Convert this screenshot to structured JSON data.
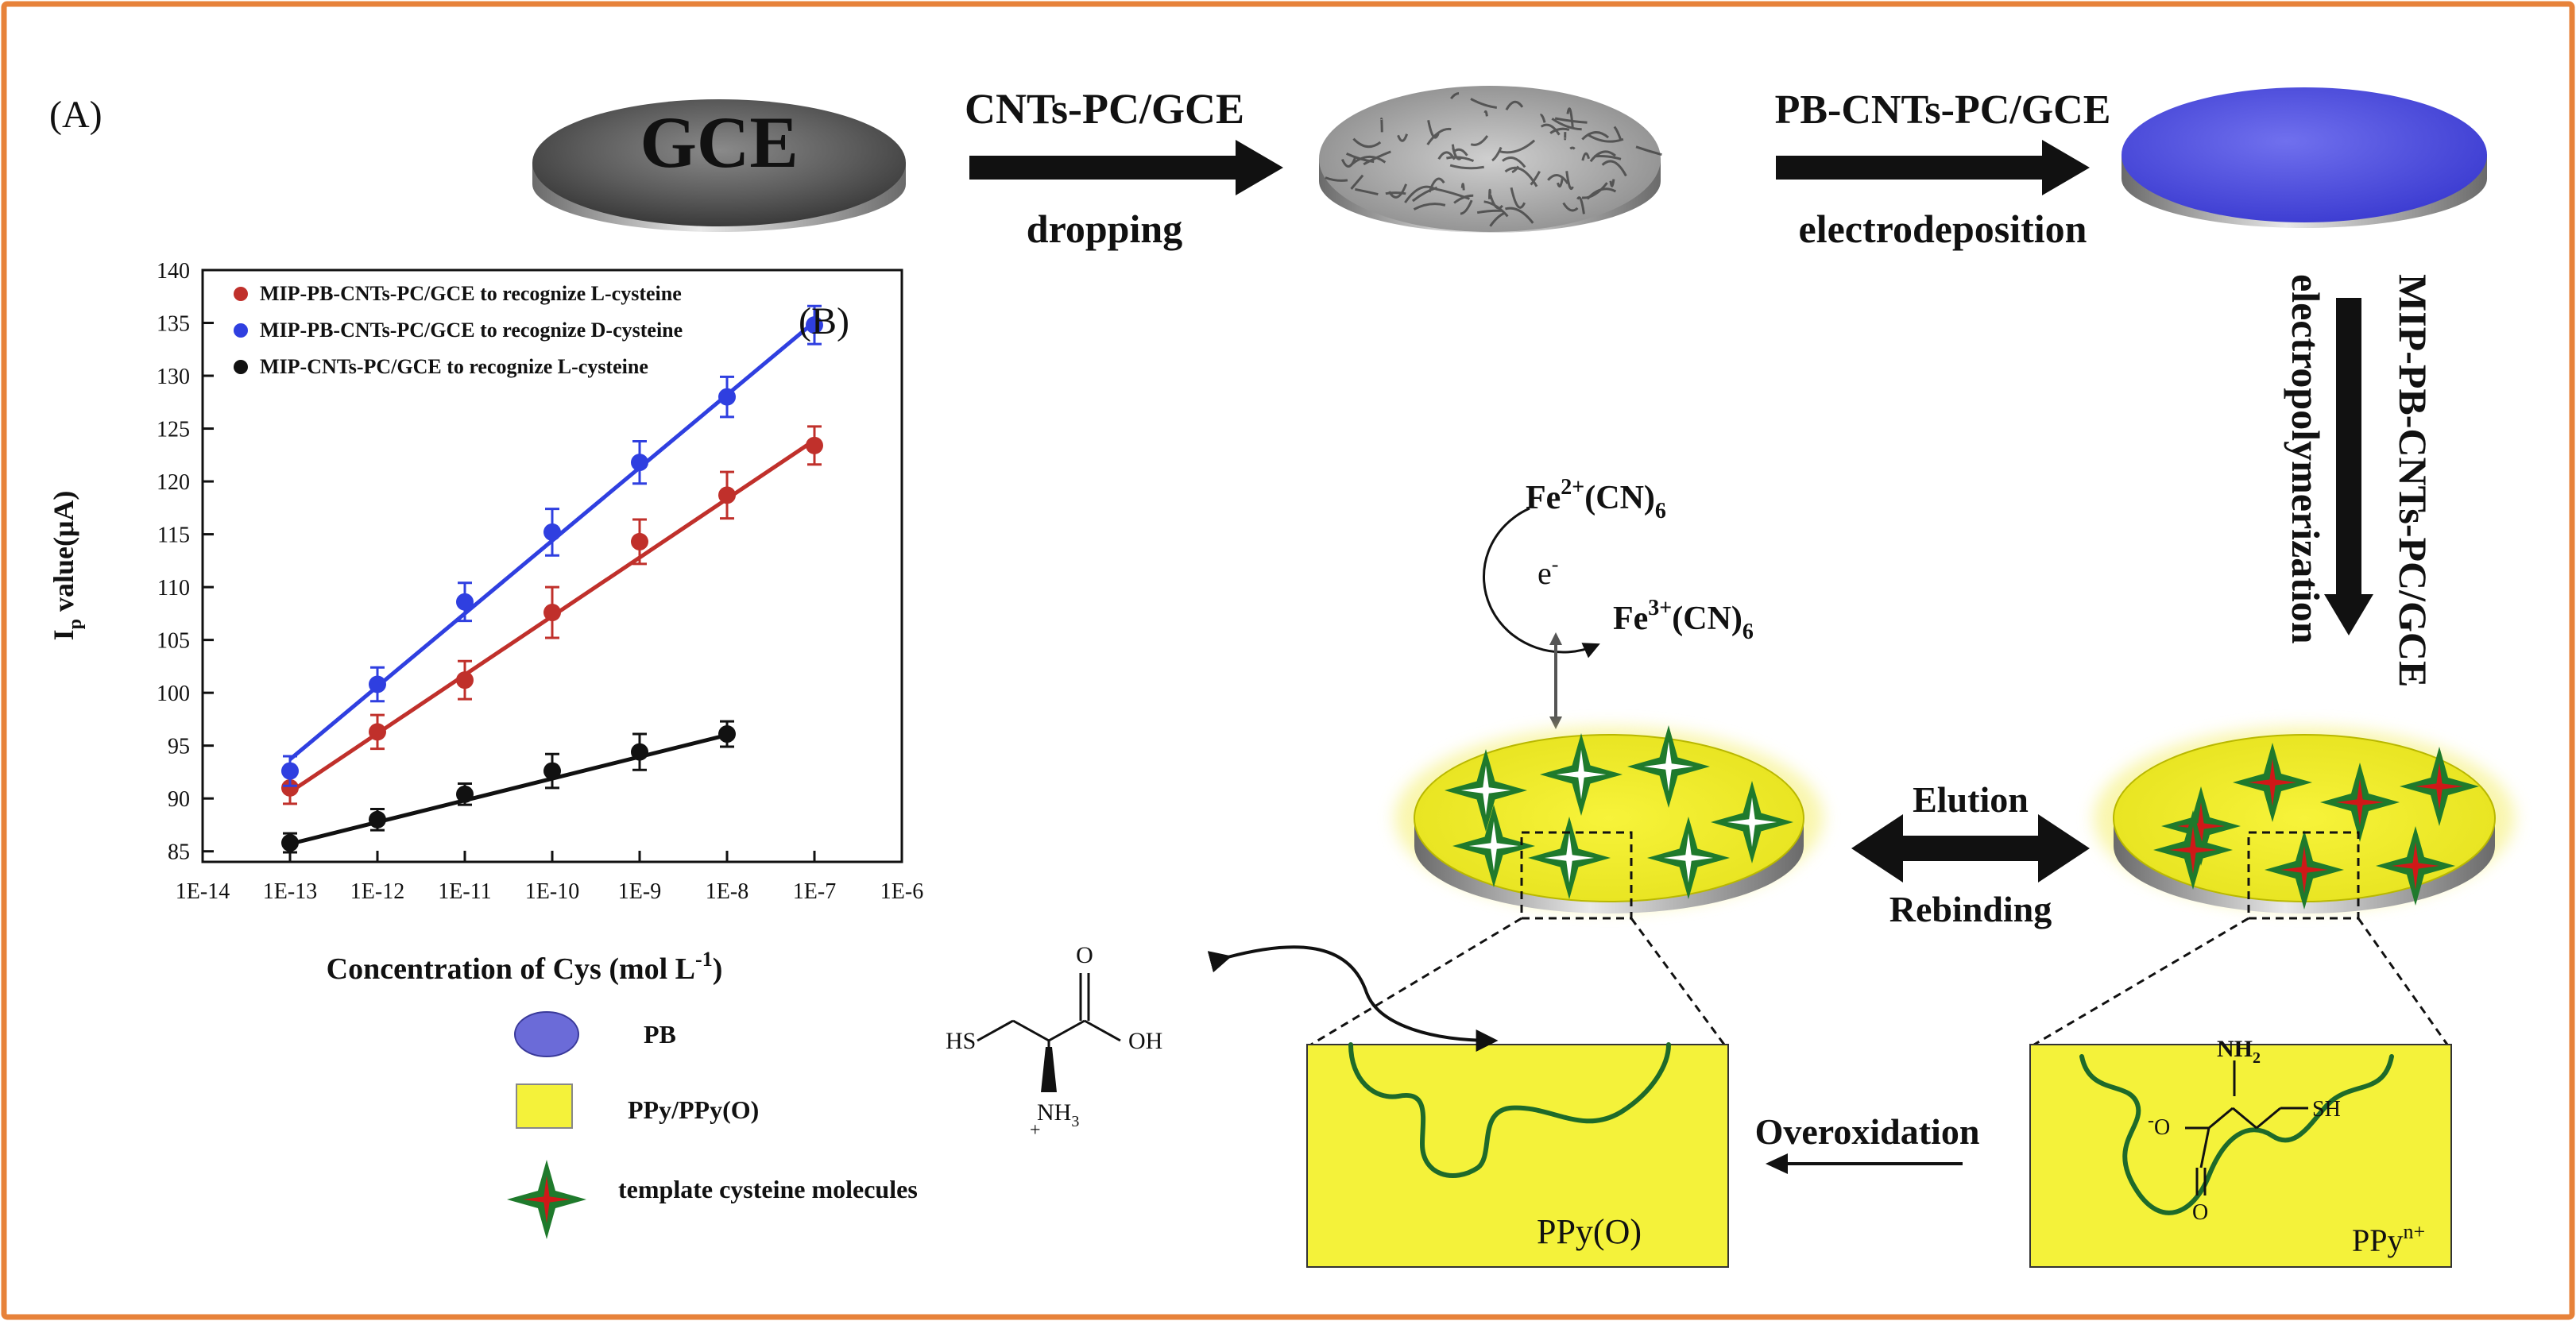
{
  "panel_labels": {
    "a": "(A)",
    "b": "(B)"
  },
  "flow": {
    "electrode_gce": "GCE",
    "step1_top": "CNTs-PC/GCE",
    "step1_bottom": "dropping",
    "step2_top": "PB-CNTs-PC/GCE",
    "step2_bottom": "electrodeposition",
    "step3_left": "electropolymerization",
    "step3_right": "MIP-PB-CNTs-PC/GCE",
    "elution": "Elution",
    "rebinding": "Rebinding",
    "overoxidation": "Overoxidation",
    "ppy_o": "PPy(O)",
    "ppy_n": "PPy",
    "ppy_n_sup": "n+"
  },
  "redox": {
    "fe2_pre": "Fe",
    "fe2_sup": "2+",
    "fe2_post": "(CN)",
    "fe2_sub": "6",
    "fe3_pre": "Fe",
    "fe3_sup": "3+",
    "fe3_post": "(CN)",
    "fe3_sub": "6",
    "electron": "e",
    "electron_sup": "-"
  },
  "molecule": {
    "free": {
      "o": "O",
      "oh": "OH",
      "hs": "HS",
      "nh3": "NH",
      "nh3_sub": "3",
      "plus": "+"
    },
    "bound": {
      "nh2": "NH",
      "nh2_sub": "2",
      "sh": "SH",
      "o_minus": "O",
      "minus": "-",
      "o": "O"
    }
  },
  "key": {
    "pb": "PB",
    "ppy": "PPy/PPy(O)",
    "template": "template cysteine molecules",
    "colors": {
      "pb": "#6b6bd8",
      "ppy": "#f4f23a",
      "template_outer": "#1f7a2c",
      "template_inner": "#d01818"
    }
  },
  "chart_data": {
    "type": "scatter",
    "title": "",
    "xlabel": "Concentration of Cys (mol L",
    "xlabel_sup": "-1",
    "xlabel_close": ")",
    "ylabel": "I",
    "ylabel_sub": "p",
    "ylabel_rest": " value(μA)",
    "xscale": "log",
    "x_ticks": [
      "1E-14",
      "1E-13",
      "1E-12",
      "1E-11",
      "1E-10",
      "1E-9",
      "1E-8",
      "1E-7",
      "1E-6"
    ],
    "xlim": [
      1e-14,
      1e-06
    ],
    "ylim": [
      84,
      140
    ],
    "y_ticks": [
      85,
      90,
      95,
      100,
      105,
      110,
      115,
      120,
      125,
      130,
      135,
      140
    ],
    "legend_position": "top-left",
    "series": [
      {
        "name": "MIP-PB-CNTs-PC/GCE to recognize L-cysteine",
        "color": "#c0302b",
        "x": [
          1e-13,
          1e-12,
          1e-11,
          1e-10,
          1e-09,
          1e-08,
          1e-07
        ],
        "y": [
          91.0,
          96.3,
          101.2,
          107.6,
          114.3,
          118.7,
          123.4
        ],
        "err": [
          1.5,
          1.6,
          1.8,
          2.4,
          2.1,
          2.2,
          1.8
        ],
        "fit": [
          90.6,
          123.9
        ]
      },
      {
        "name": "MIP-PB-CNTs-PC/GCE to recognize D-cysteine",
        "color": "#2f3fe0",
        "x": [
          1e-13,
          1e-12,
          1e-11,
          1e-10,
          1e-09,
          1e-08,
          1e-07
        ],
        "y": [
          92.6,
          100.8,
          108.6,
          115.2,
          121.8,
          128.0,
          134.8
        ],
        "err": [
          1.4,
          1.6,
          1.8,
          2.2,
          2.0,
          1.9,
          1.8
        ],
        "fit": [
          93.7,
          135.1
        ]
      },
      {
        "name": "MIP-CNTs-PC/GCE to recognize L-cysteine",
        "color": "#111111",
        "x": [
          1e-13,
          1e-12,
          1e-11,
          1e-10,
          1e-09,
          1e-08
        ],
        "y": [
          85.8,
          88.0,
          90.4,
          92.6,
          94.4,
          96.1
        ],
        "err": [
          0.9,
          1.0,
          1.0,
          1.6,
          1.7,
          1.2
        ],
        "fit": [
          85.7,
          96.0
        ]
      }
    ]
  }
}
